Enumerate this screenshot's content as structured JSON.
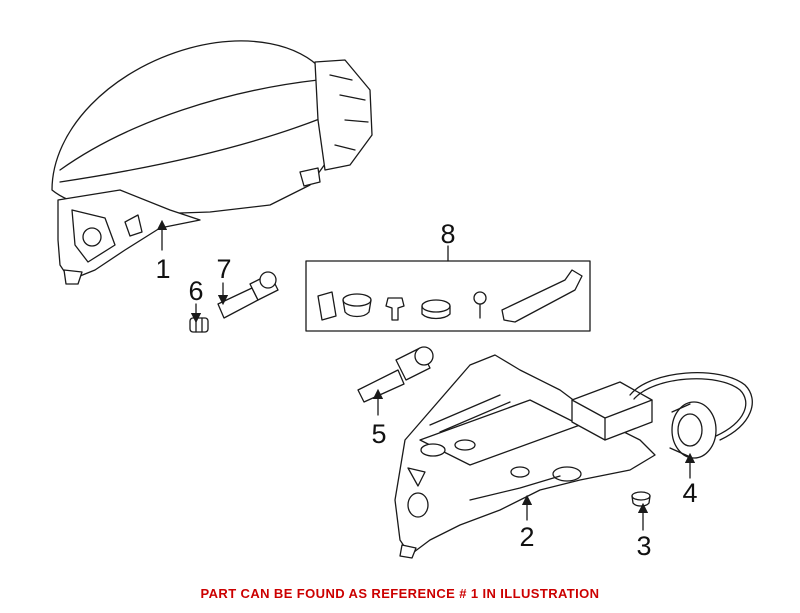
{
  "callouts": {
    "c1": "1",
    "c2": "2",
    "c3": "3",
    "c4": "4",
    "c5": "5",
    "c6": "6",
    "c7": "7",
    "c8": "8"
  },
  "footer": {
    "text": "PART CAN BE FOUND AS REFERENCE # 1 IN ILLUSTRATION",
    "color": "#cc0000"
  },
  "colors": {
    "line": "#1a1a1a",
    "background": "#ffffff"
  }
}
